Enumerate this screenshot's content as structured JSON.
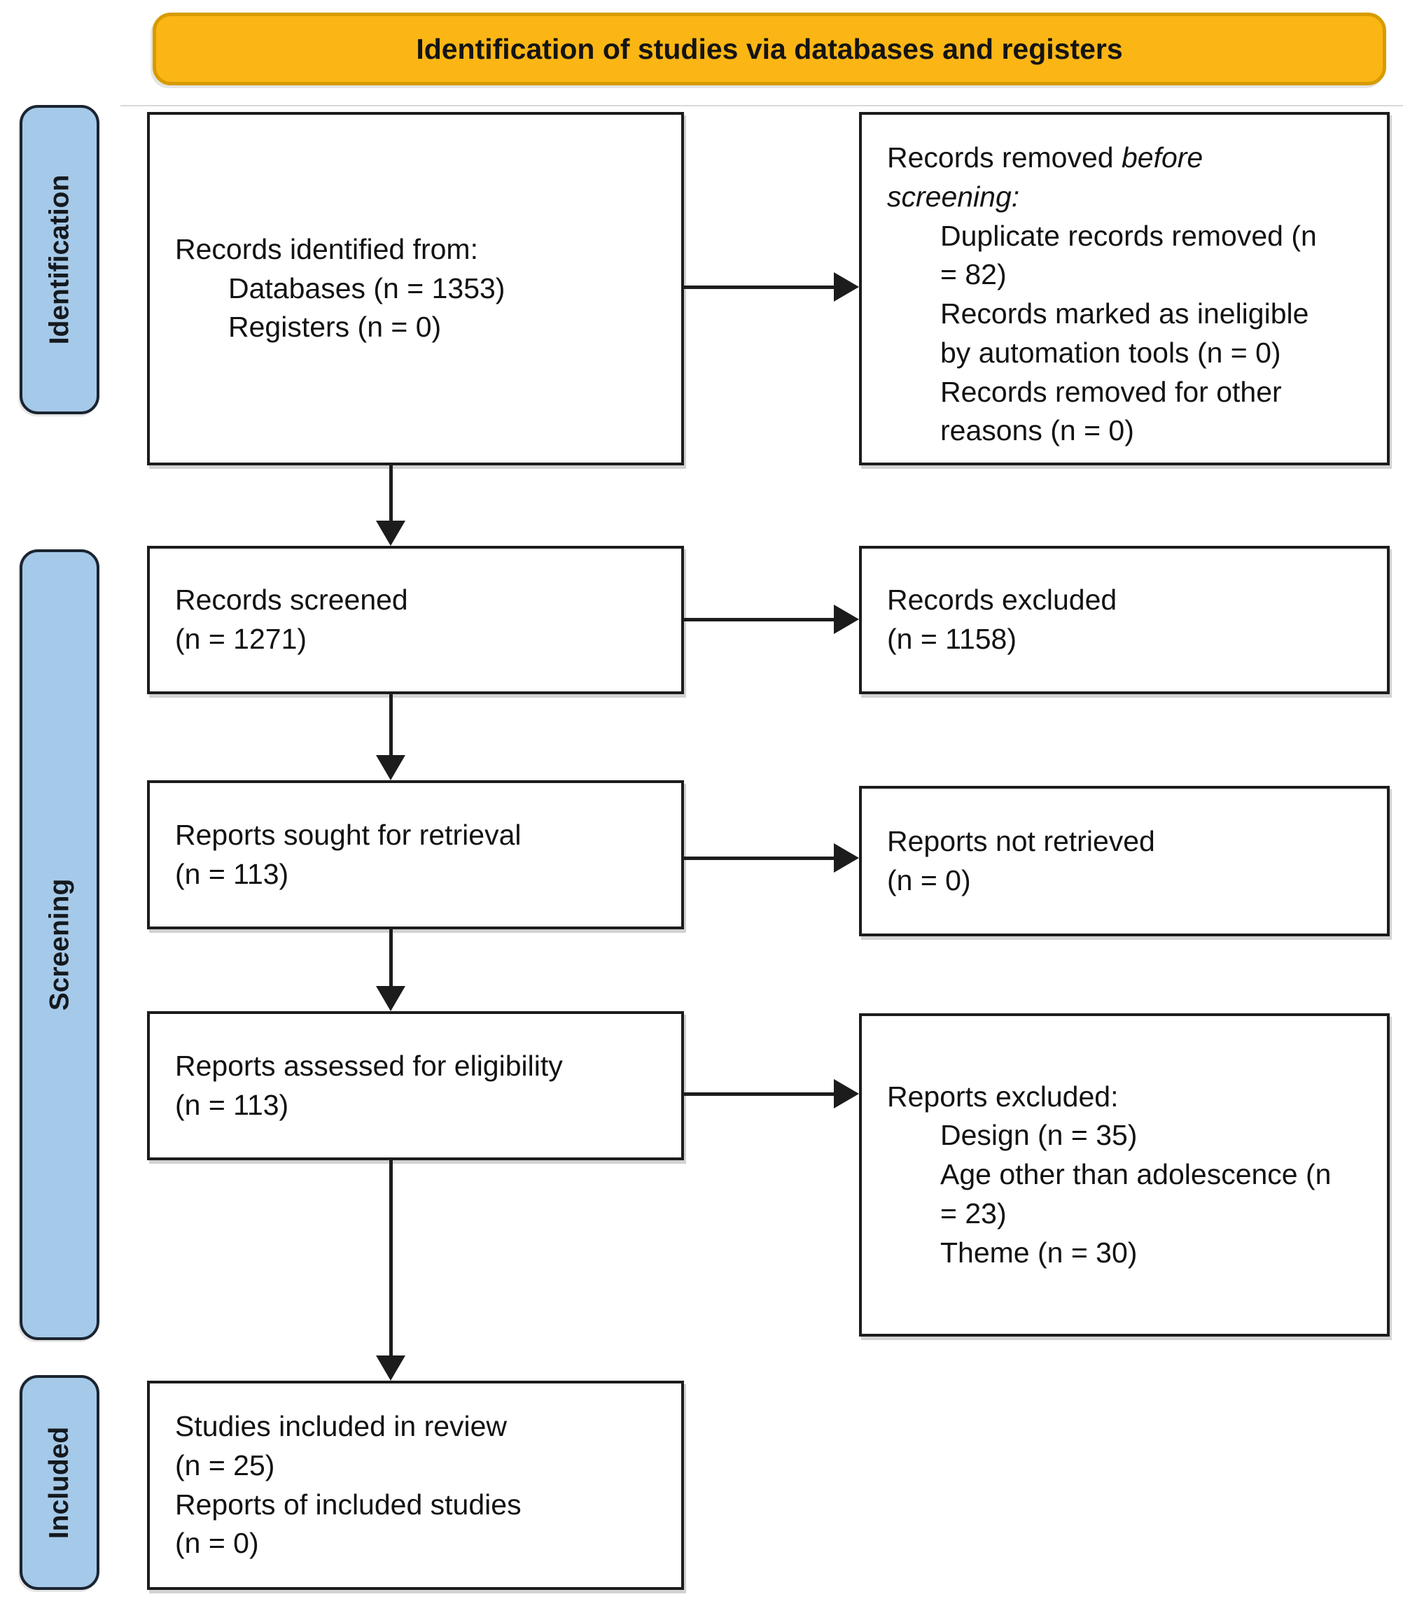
{
  "banner": {
    "label": "Identification of studies via databases and registers"
  },
  "sidebar": {
    "stages": [
      {
        "label": "Identification"
      },
      {
        "label": "Screening"
      },
      {
        "label": "Included"
      }
    ]
  },
  "flow": {
    "left": [
      {
        "name": "records-identified",
        "title": "Records identified from:",
        "items": [
          "Databases (n = 1353)",
          "Registers (n = 0)"
        ]
      },
      {
        "name": "records-screened",
        "lines": [
          "Records screened",
          "(n = 1271)"
        ]
      },
      {
        "name": "reports-sought-for-retrieval",
        "lines": [
          "Reports sought for retrieval",
          "(n = 113)"
        ]
      },
      {
        "name": "reports-assessed-for-eligibility",
        "lines": [
          "Reports assessed for eligibility",
          "(n = 113)"
        ]
      },
      {
        "name": "studies-included",
        "lines": [
          "Studies included in review",
          "(n = 25)",
          "Reports of included studies",
          "(n = 0)"
        ]
      }
    ],
    "right": [
      {
        "name": "records-removed-before-screening",
        "title_normal": "Records removed ",
        "title_italic_line1": "before",
        "title_italic_line2": "screening:",
        "items": [
          "Duplicate records removed (n = 82)",
          "Records marked as ineligible by automation tools (n = 0)",
          "Records removed for other reasons (n = 0)"
        ]
      },
      {
        "name": "records-excluded",
        "lines": [
          "Records excluded",
          "(n = 1158)"
        ]
      },
      {
        "name": "reports-not-retrieved",
        "lines": [
          "Reports not retrieved",
          "(n = 0)"
        ]
      },
      {
        "name": "reports-excluded",
        "title": "Reports excluded:",
        "items": [
          "Design (n = 35)",
          "Age other than adolescence (n = 23)",
          "Theme (n = 30)"
        ]
      }
    ]
  },
  "colors": {
    "banner-bg": "#FBB615",
    "banner-border": "#D79B00",
    "stage-bg": "#A5C9E9",
    "stage-border": "#1B2430",
    "box-border": "#1C1C1C",
    "text": "#121212"
  }
}
